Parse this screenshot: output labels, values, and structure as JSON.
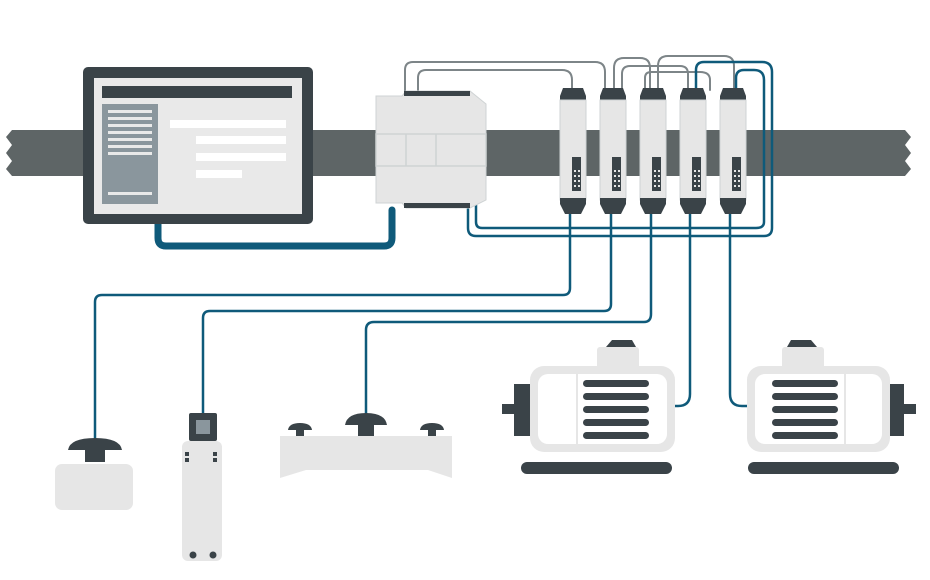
{
  "colors": {
    "background": "#ffffff",
    "rail": "#5e6566",
    "device_dark": "#3a4348",
    "device_light": "#e6e6e6",
    "device_outline": "#cfd3d4",
    "screen_bg": "#e9e9e9",
    "screen_panel": "#8a969d",
    "cable_blue": "#0f5a7a",
    "cable_gray": "#7d8588"
  },
  "components": [
    {
      "name": "hmi-panel",
      "icon": "monitor-icon"
    },
    {
      "name": "plc-controller",
      "icon": "controller-icon"
    },
    {
      "name": "io-modules",
      "icon": "din-rail-module-icon",
      "count": 5
    },
    {
      "name": "emergency-stop-button",
      "icon": "mushroom-button-icon"
    },
    {
      "name": "safety-interlock-switch",
      "icon": "interlock-switch-icon"
    },
    {
      "name": "two-hand-control",
      "icon": "two-hand-control-icon"
    },
    {
      "name": "motor-left",
      "icon": "motor-icon"
    },
    {
      "name": "motor-right",
      "icon": "motor-icon"
    }
  ]
}
